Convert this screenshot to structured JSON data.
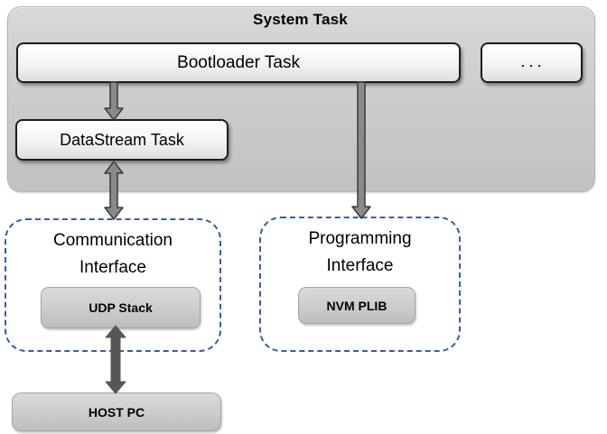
{
  "title": "System Task",
  "system_task": {
    "bootloader_label": "Bootloader Task",
    "more_tasks_label": ". . .",
    "datastream_label": "DataStream Task"
  },
  "communication_interface": {
    "label_line1": "Communication",
    "label_line2": "Interface",
    "udp_stack_label": "UDP Stack"
  },
  "programming_interface": {
    "label_line1": "Programming",
    "label_line2": "Interface",
    "nvm_plib_label": "NVM PLIB"
  },
  "host_pc_label": "HOST PC",
  "colors": {
    "container_fill_top": "#d8d8d8",
    "container_fill_bottom": "#c1c1c1",
    "task_box_border": "#1c1c1c",
    "gray_box_fill": "#cccccc",
    "dashed_border_blue": "#3a5ba9",
    "arrow_fill": "#8a8a8a",
    "arrow_outline": "#3b3b3b",
    "solid_arrow_fill": "#575757"
  }
}
